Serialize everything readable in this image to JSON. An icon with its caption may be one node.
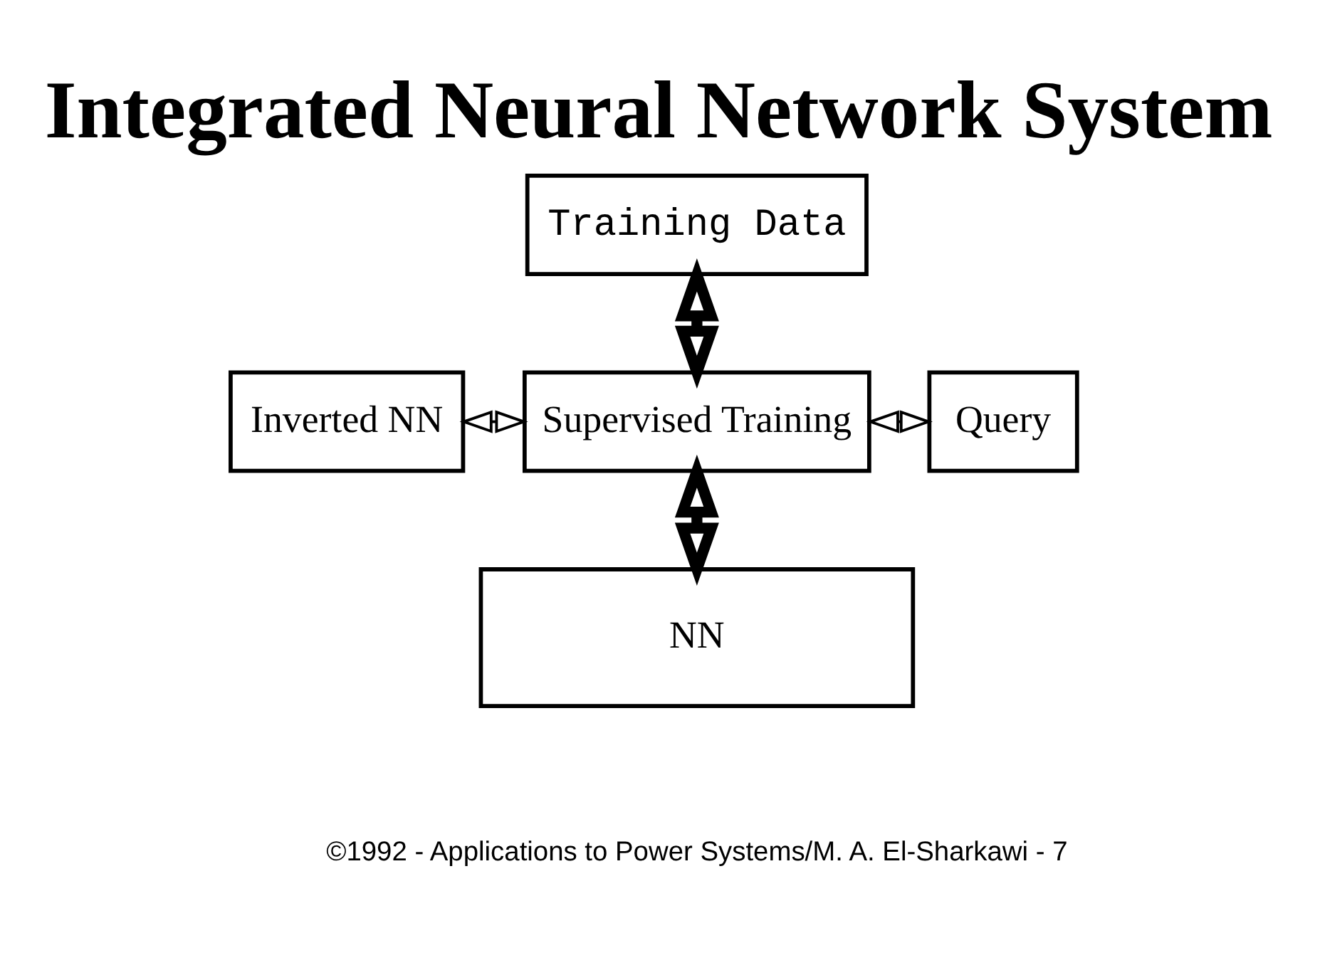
{
  "diagram": {
    "title": "Integrated Neural Network System",
    "nodes": [
      {
        "text": [
          "Training Data"
        ]
      },
      {
        "text": [
          "Inverted NN"
        ]
      },
      {
        "text": [
          "Supervised Training"
        ]
      },
      {
        "text": [
          "Query"
        ]
      },
      {
        "text": [
          "NN"
        ]
      }
    ],
    "edges": [
      {
        "from": 0,
        "to": 2,
        "arrow": "both",
        "style": "thick"
      },
      {
        "from": 1,
        "to": 2,
        "arrow": "both"
      },
      {
        "from": 2,
        "to": 3,
        "arrow": "both"
      },
      {
        "from": 2,
        "to": 4,
        "arrow": "both",
        "style": "thick"
      }
    ],
    "labels": [
      "©1992 - Applications to Power Systems/M. A. El-Sharkawi - 7"
    ]
  }
}
